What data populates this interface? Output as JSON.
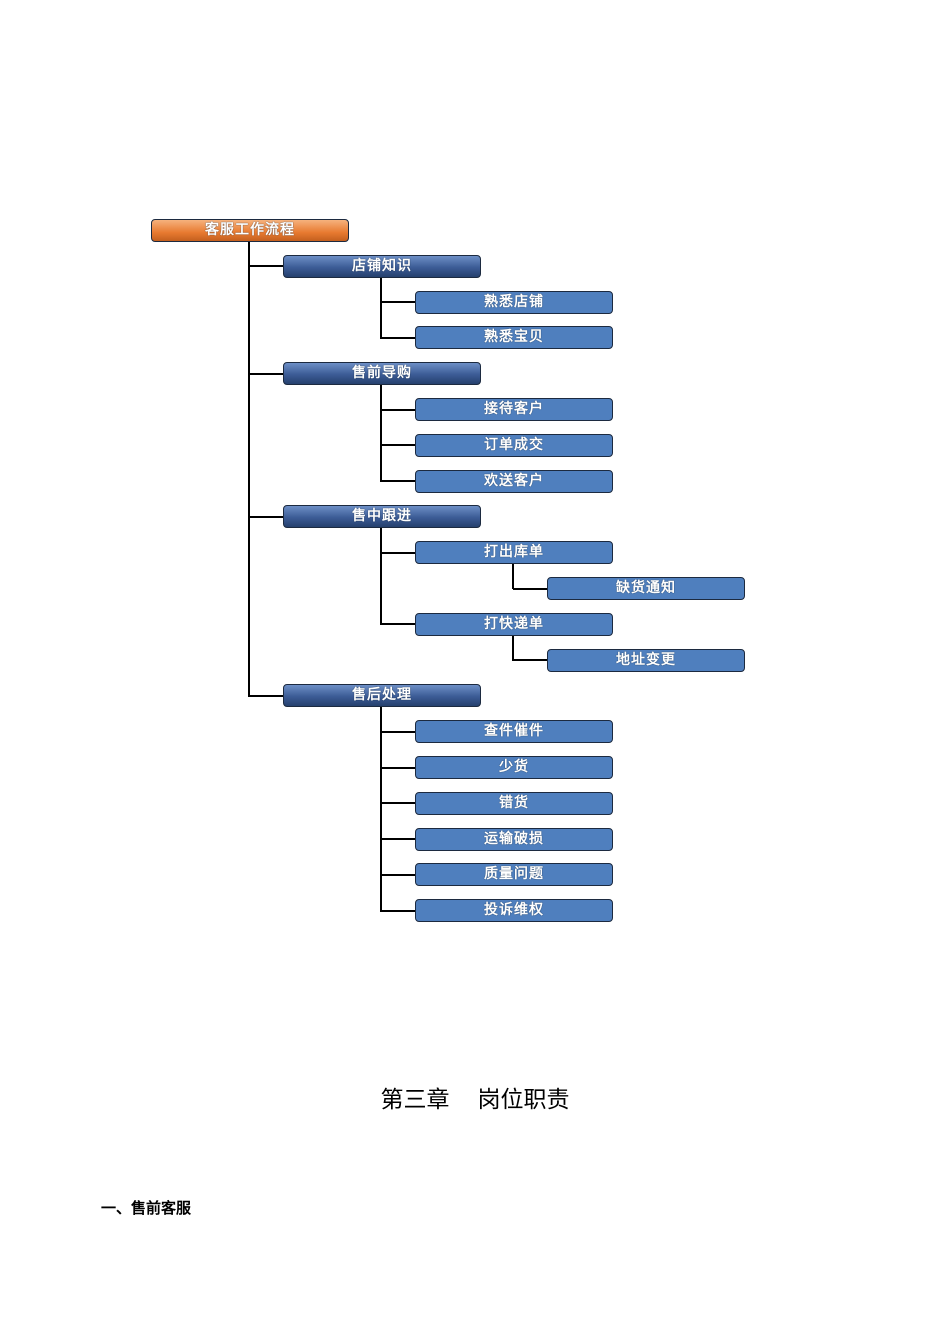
{
  "tree": {
    "label": "客服工作流程",
    "children": [
      {
        "label": "店铺知识",
        "children": [
          {
            "label": "熟悉店铺"
          },
          {
            "label": "熟悉宝贝"
          }
        ]
      },
      {
        "label": "售前导购",
        "children": [
          {
            "label": "接待客户"
          },
          {
            "label": "订单成交"
          },
          {
            "label": "欢送客户"
          }
        ]
      },
      {
        "label": "售中跟进",
        "children": [
          {
            "label": "打出库单",
            "children": [
              {
                "label": "缺货通知"
              }
            ]
          },
          {
            "label": "打快递单",
            "children": [
              {
                "label": "地址变更"
              }
            ]
          }
        ]
      },
      {
        "label": "售后处理",
        "children": [
          {
            "label": "查件催件"
          },
          {
            "label": "少货"
          },
          {
            "label": "错货"
          },
          {
            "label": "运输破损"
          },
          {
            "label": "质量问题"
          },
          {
            "label": "投诉维权"
          }
        ]
      }
    ]
  },
  "chapter": {
    "number": "第三章",
    "title": "岗位职责"
  },
  "section": "一、售前客服"
}
